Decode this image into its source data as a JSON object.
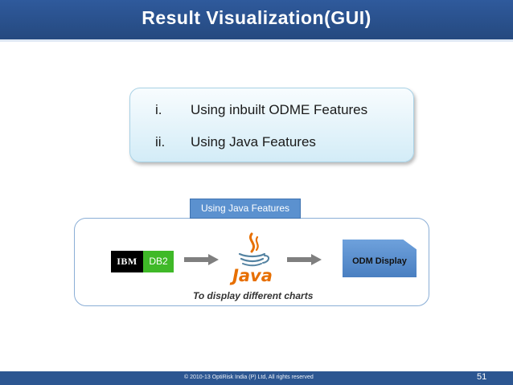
{
  "slide": {
    "title": "Result Visualization(GUI)",
    "points": [
      {
        "number": "i.",
        "text": "Using inbuilt ODME Features"
      },
      {
        "number": "ii.",
        "text": "Using Java Features"
      }
    ]
  },
  "flow": {
    "tab_label": "Using Java Features",
    "source": {
      "vendor": "IBM",
      "product": "DB2"
    },
    "middleware": {
      "name": "Java",
      "icon": "java-logo-icon"
    },
    "target": {
      "label": "ODM Display"
    },
    "caption": "To display different charts"
  },
  "footer": {
    "copyright": "© 2010-13 OptiRisk India (P) Ltd, All rights reserved",
    "page_number": "51"
  },
  "colors": {
    "title_bar": "#2f5a9c",
    "tab": "#5b91cf",
    "java_orange": "#e76f00",
    "java_blue": "#5382a1",
    "db2_green": "#3fb928",
    "odm_blue": "#5b91cf"
  }
}
